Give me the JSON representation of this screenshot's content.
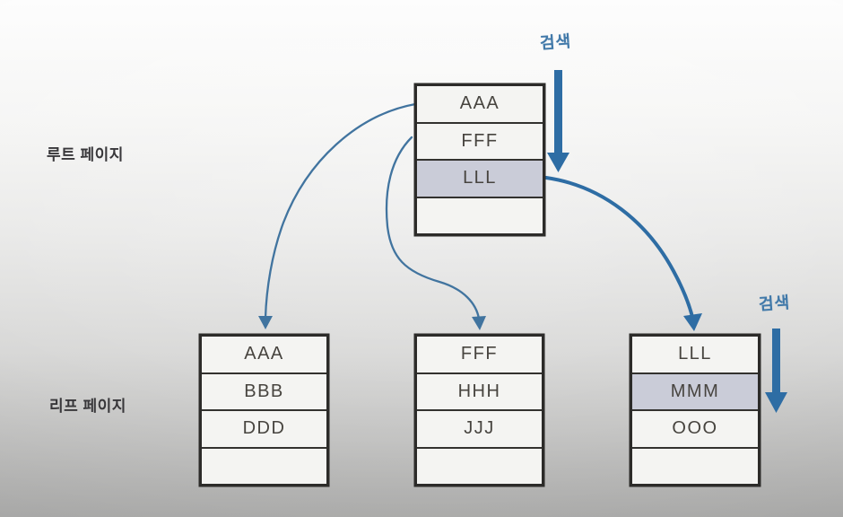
{
  "diagram": {
    "title_hint": "B-tree index search diagram",
    "labels": {
      "root_page": "루트 페이지",
      "leaf_page": "리프 페이지",
      "search_top": "검색",
      "search_right": "검색"
    },
    "root_page": {
      "rows": [
        "AAA",
        "FFF",
        "LLL",
        ""
      ],
      "highlighted_row_value": "LLL"
    },
    "leaf_pages": [
      {
        "rows": [
          "AAA",
          "BBB",
          "DDD",
          ""
        ],
        "highlighted_row_value": ""
      },
      {
        "rows": [
          "FFF",
          "HHH",
          "JJJ",
          ""
        ],
        "highlighted_row_value": ""
      },
      {
        "rows": [
          "LLL",
          "MMM",
          "OOO",
          ""
        ],
        "highlighted_row_value": "MMM"
      }
    ],
    "arrows": [
      {
        "name": "search-down-into-root",
        "from": "검색 label (top)",
        "to": "root page LLL row"
      },
      {
        "name": "root-aaa-to-leaf1",
        "from": "root AAA",
        "to": "leaf page 1"
      },
      {
        "name": "root-fff-to-leaf2",
        "from": "root FFF",
        "to": "leaf page 2"
      },
      {
        "name": "root-lll-to-leaf3",
        "from": "root LLL",
        "to": "leaf page 3"
      },
      {
        "name": "search-down-leaf3",
        "from": "검색 label (right)",
        "to": "leaf page 3 MMM row"
      }
    ],
    "colors": {
      "arrow_blue_thick": "#2e6da4",
      "arrow_blue_thin": "#41749f",
      "highlight_row": "#caccd8",
      "box_border": "#2c2b29",
      "cell_text": "#47443f",
      "label_text": "#38373a",
      "search_text": "#4179a9",
      "background_top": "#fdfdfd",
      "background_bottom": "#b0b0af"
    }
  }
}
